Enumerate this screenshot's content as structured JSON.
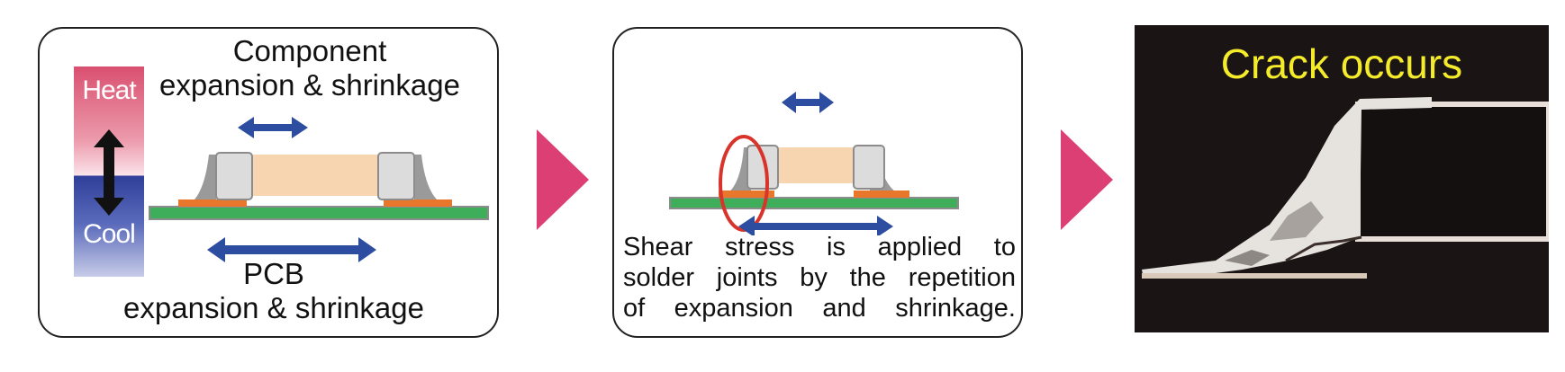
{
  "panel1": {
    "heat_label": "Heat",
    "cool_label": "Cool",
    "component_caption_line1": "Component",
    "component_caption_line2": "expansion & shrinkage",
    "pcb_caption_line1": "PCB",
    "pcb_caption_line2": "expansion & shrinkage"
  },
  "panel2": {
    "text_line1": "Shear stress is applied to",
    "text_line2": "solder joints by the repetition",
    "text_line3": "of expansion and shrinkage."
  },
  "panel3": {
    "title": "Crack occurs"
  },
  "colors": {
    "arrow_pink": "#dc3f74",
    "arrow_blue": "#2d4da0",
    "pcb_green": "#3fae5a",
    "pad_orange": "#e8772c",
    "component_body": "#f6d5b0",
    "terminal_gray": "#dcdcdc",
    "solder_gray": "#9a9a9a",
    "highlight_red": "#d8342b",
    "crack_title_yellow": "#f4ec2a"
  },
  "icons": [
    "heat-cool-gradient",
    "double-arrow-icon",
    "chevron-right-icon",
    "highlight-ellipse"
  ]
}
